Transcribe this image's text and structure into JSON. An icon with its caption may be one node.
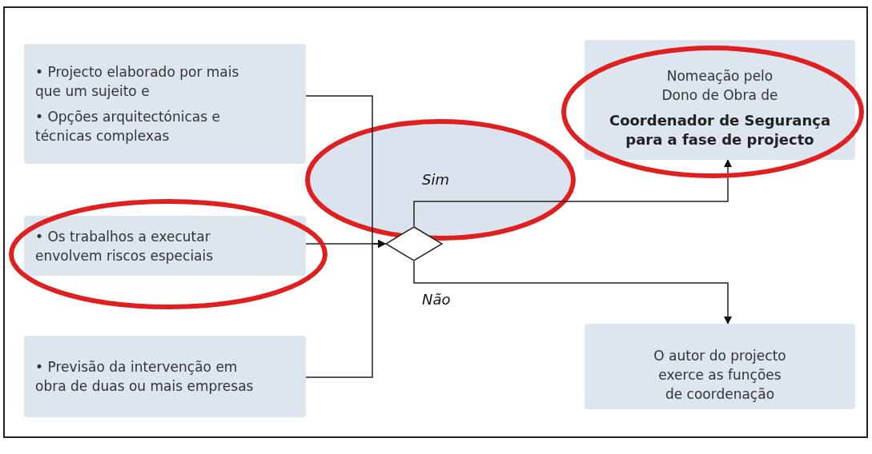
{
  "diagram": {
    "nodes": [
      {
        "text": [
          "• Projecto elaborado por mais que um sujeito e",
          "• Opções arquitectónicas e técnicas complexas"
        ]
      },
      {
        "text": [
          "• Os trabalhos a executar envolvem riscos especiais"
        ]
      },
      {
        "text": [
          "• Previsão da intervenção em obra de duas ou mais empresas"
        ]
      },
      {
        "text": [],
        "shape": "diamond"
      },
      {
        "text": [
          "Nomeação pelo Dono de Obra de",
          "Coordenador de Segurança para a fase de projecto"
        ]
      },
      {
        "text": [
          "O autor do projecto exerce as funções de coordenação"
        ]
      }
    ],
    "edges": [
      {
        "from": 0,
        "to": 3,
        "arrow": "to"
      },
      {
        "from": 1,
        "to": 3,
        "arrow": "to"
      },
      {
        "from": 2,
        "to": 3,
        "arrow": "to"
      },
      {
        "from": 3,
        "to": 4,
        "arrow": "to",
        "label": "Sim"
      },
      {
        "from": 3,
        "to": 5,
        "arrow": "to",
        "label": "Não"
      }
    ]
  }
}
